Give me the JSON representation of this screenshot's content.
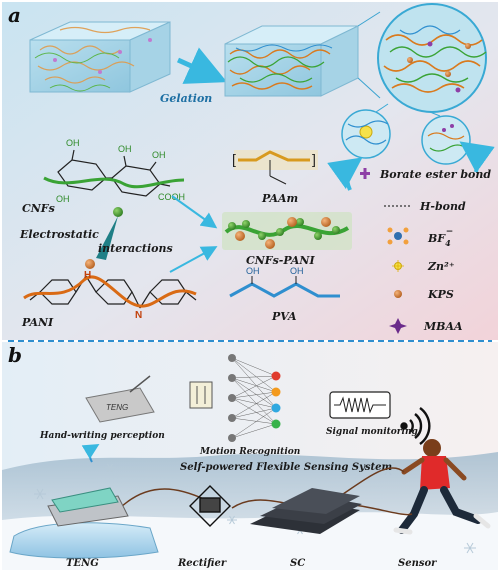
{
  "panel_a": {
    "letter": "a",
    "gelation": "Gelation",
    "cnfs": "CNFs",
    "electrostatic": "Electrostatic",
    "interactions": "interactions",
    "pani": "PANI",
    "paam": "PAAm",
    "cnfs_pani": "CNFs-PANI",
    "pva": "PVA",
    "oh1": "OH",
    "oh2": "OH",
    "oh3": "OH",
    "cooh": "COOH",
    "oh4": "OH",
    "pva_oh1": "OH",
    "pva_oh2": "OH",
    "h_label": "H",
    "n_label": "N",
    "legend": {
      "borate": "Borate ester bond",
      "hbond": "H-bond",
      "bf4": "BF",
      "bf4_sub": "4",
      "bf4_sup": "−",
      "zn": "Zn²⁺",
      "kps": "KPS",
      "mbaa": "MBAA"
    },
    "colors": {
      "panel_bg_left": "#cfe6f2",
      "panel_bg_right": "#f1d6dc",
      "arrow": "#39b8e0",
      "pani": "#d96a14",
      "cnf": "#3aa335",
      "pva": "#2f8fcf"
    }
  },
  "panel_b": {
    "letter": "b",
    "handwriting": "Hand-writing perception",
    "teng_device": "TENG",
    "motion": "Motion Recognition",
    "signal": "Signal monitoring",
    "system": "Self-powered Flexible Sensing System",
    "bottom": {
      "teng": "TENG",
      "rectifier": "Rectifier",
      "sc": "SC",
      "sensor": "Sensor"
    }
  }
}
